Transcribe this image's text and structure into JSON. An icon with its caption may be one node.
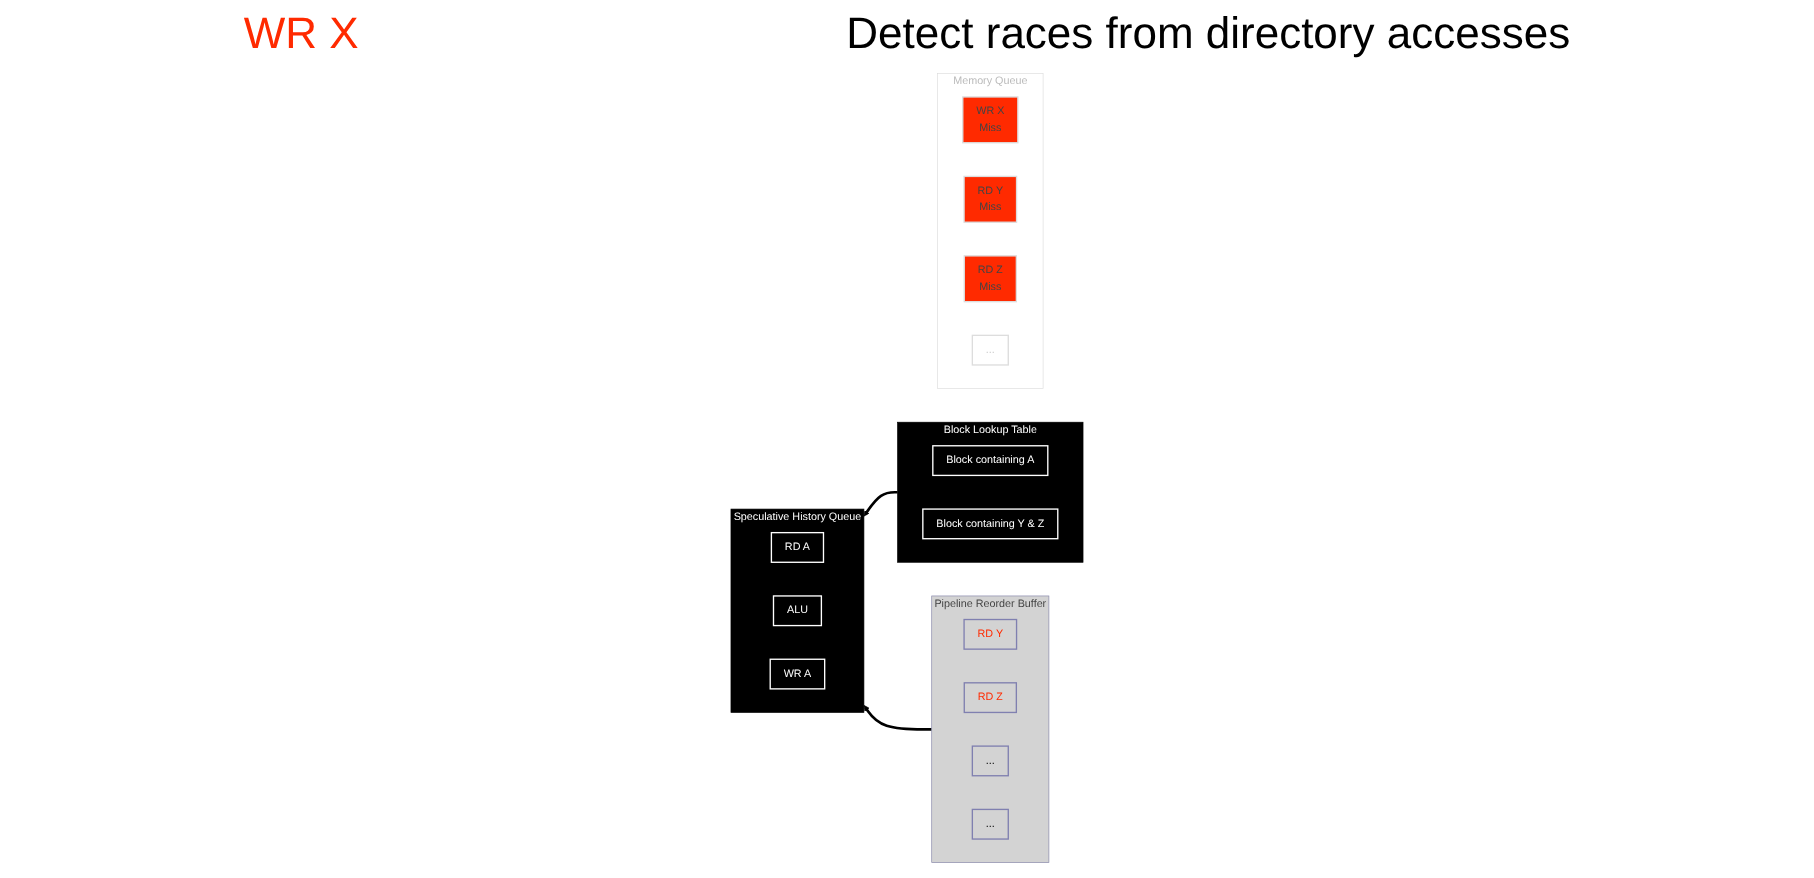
{
  "diagram": {
    "nodes": [
      {
        "text": [
          "Speculative History Queue"
        ]
      },
      {
        "text": [
          "RD A"
        ],
        "in": 0
      },
      {
        "text": [
          "ALU"
        ],
        "in": 0
      },
      {
        "text": [
          "WR A"
        ],
        "in": 0
      },
      {
        "text": [
          "Block Lookup Table"
        ]
      },
      {
        "text": [
          "Block containing  A"
        ],
        "in": 4
      },
      {
        "text": [
          "Block containing Y & Z"
        ],
        "in": 4
      },
      {
        "text": [
          "Pipeline Reorder Buffer"
        ]
      },
      {
        "text": [
          "RD Y"
        ],
        "in": 7
      },
      {
        "text": [
          "RD Z"
        ],
        "in": 7
      },
      {
        "text": [
          "..."
        ],
        "in": 7
      },
      {
        "text": [
          "..."
        ],
        "in": 7
      },
      {
        "text": [
          "Memory Queue"
        ]
      },
      {
        "text": [
          "WR X",
          "Miss"
        ],
        "in": 12
      },
      {
        "text": [
          "RD Y",
          "Miss"
        ],
        "in": 12
      },
      {
        "text": [
          "RD Z",
          "Miss"
        ],
        "in": 12
      },
      {
        "text": [
          "..."
        ],
        "in": 12
      }
    ],
    "edges": [
      {
        "from": 4,
        "to": 0,
        "arrow": "to"
      },
      {
        "from": 7,
        "to": 0,
        "arrow": "to"
      }
    ],
    "labels": [
      "WR X",
      "Detect races from directory accesses"
    ]
  }
}
